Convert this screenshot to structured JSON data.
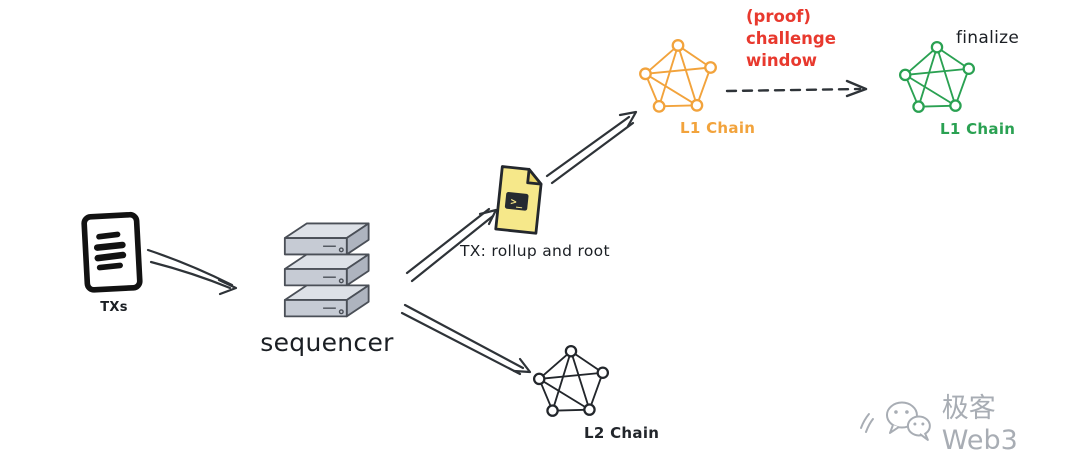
{
  "nodes": {
    "txs": {
      "label": "TXs"
    },
    "sequencer": {
      "label": "sequencer"
    },
    "rollup_file": {
      "label": "TX: rollup and root",
      "badge": ">_"
    },
    "l1_pending": {
      "label": "L1 Chain"
    },
    "l1_final": {
      "label": "L1 Chain"
    },
    "l2": {
      "label": "L2 Chain"
    }
  },
  "annotations": {
    "challenge_window": {
      "lines": [
        "(proof)",
        "challenge",
        "window"
      ]
    },
    "finalize": "finalize"
  },
  "watermark": {
    "label": "极客 Web3"
  },
  "colors": {
    "orange": "#f2a33c",
    "green": "#2aa152",
    "red": "#e8392e",
    "ink": "#2e3338",
    "gray": "#a8adb4",
    "yellow": "#f6e88a",
    "server_top": "#dde1e7",
    "server_front": "#c6cbd4",
    "server_side": "#aeb4bf"
  }
}
